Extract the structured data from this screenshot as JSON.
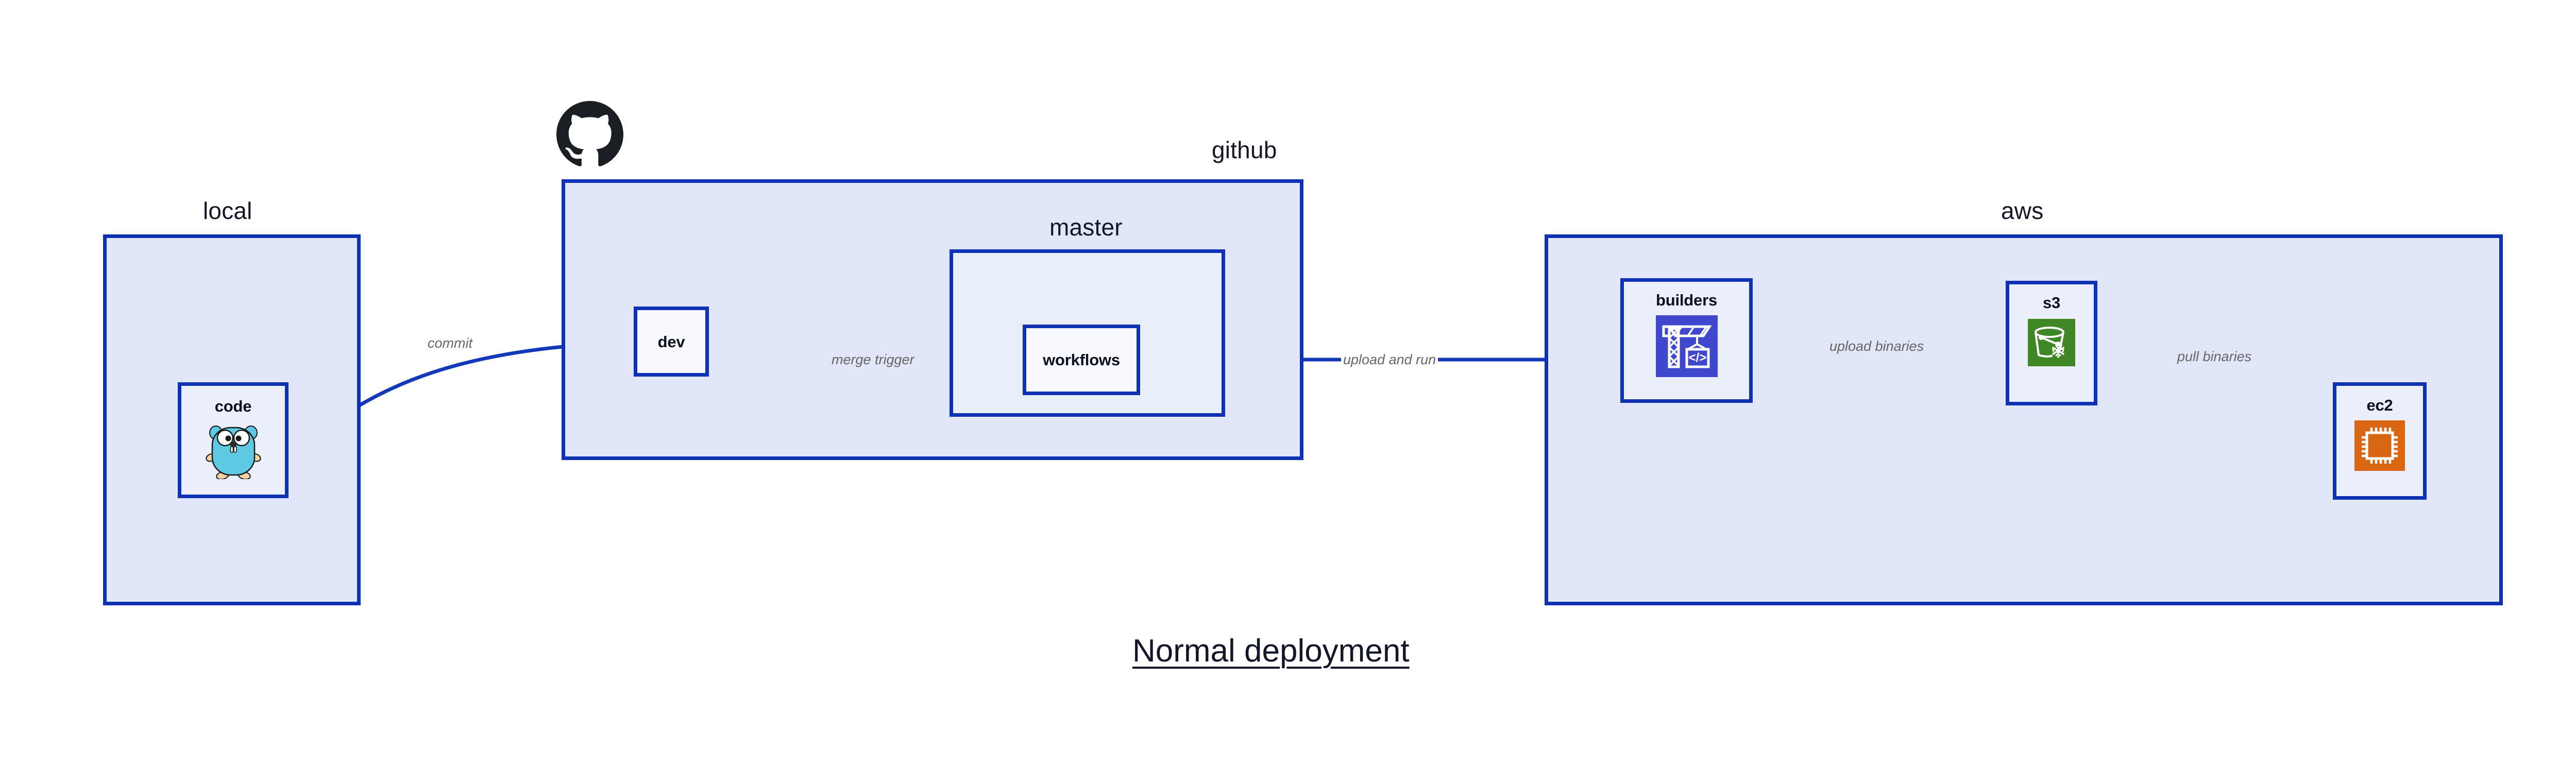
{
  "diagram": {
    "title": "Normal deployment",
    "background_color": "#ffffff",
    "accent_color": "#0F31B4",
    "group_fill": "#E1E6F8",
    "node_fill": "#EAEFFB",
    "label_color": "#131627",
    "edge_label_color": "#666666"
  },
  "groups": [
    {
      "id": "local",
      "label": "local",
      "label_align": "center"
    },
    {
      "id": "github",
      "label": "github",
      "label_align": "right",
      "logo": "github-octocat-icon"
    },
    {
      "id": "master",
      "label": "master",
      "label_align": "center",
      "nested_in": "github"
    },
    {
      "id": "aws",
      "label": "aws",
      "label_align": "center"
    }
  ],
  "nodes": [
    {
      "id": "code",
      "label": "code",
      "group": "local",
      "icon": "go-gopher-icon",
      "icon_color": "#5DC9E2"
    },
    {
      "id": "dev",
      "label": "dev",
      "group": "github",
      "icon": null
    },
    {
      "id": "workflows",
      "label": "workflows",
      "group": "master",
      "icon": null
    },
    {
      "id": "builders",
      "label": "builders",
      "group": "aws",
      "icon": "aws-codebuild-crane-icon",
      "icon_color": "#3F48CC"
    },
    {
      "id": "s3",
      "label": "s3",
      "group": "aws",
      "icon": "aws-s3-bucket-icon",
      "icon_color": "#3F8624"
    },
    {
      "id": "ec2",
      "label": "ec2",
      "group": "aws",
      "icon": "aws-ec2-chip-icon",
      "icon_color": "#D86613"
    }
  ],
  "edges": [
    {
      "id": "commit",
      "label": "commit",
      "from": "code",
      "to": "dev"
    },
    {
      "id": "merge-trigger",
      "label": "merge trigger",
      "from": "dev",
      "to": "workflows"
    },
    {
      "id": "upload-and-run",
      "label": "upload and run",
      "from": "workflows",
      "to": "builders"
    },
    {
      "id": "upload-binaries",
      "label": "upload binaries",
      "from": "builders",
      "to": "s3"
    },
    {
      "id": "pull-binaries",
      "label": "pull binaries",
      "from": "s3",
      "to": "ec2"
    }
  ]
}
